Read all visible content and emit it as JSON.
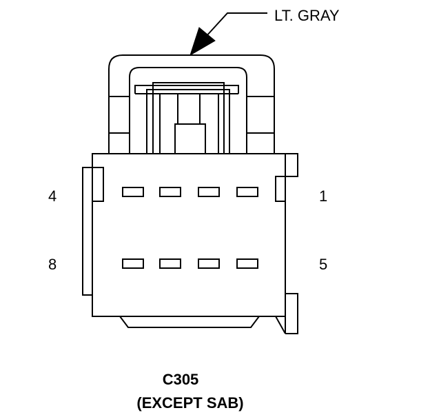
{
  "connector": {
    "color_label": "LT. GRAY",
    "name": "C305",
    "variant": "(EXCEPT SAB)",
    "pin_labels": {
      "top_left": "4",
      "top_right": "1",
      "bottom_left": "8",
      "bottom_right": "5"
    },
    "rows": 2,
    "cavities_per_row": 4
  },
  "colors": {
    "line": "#000000",
    "background": "#ffffff"
  }
}
